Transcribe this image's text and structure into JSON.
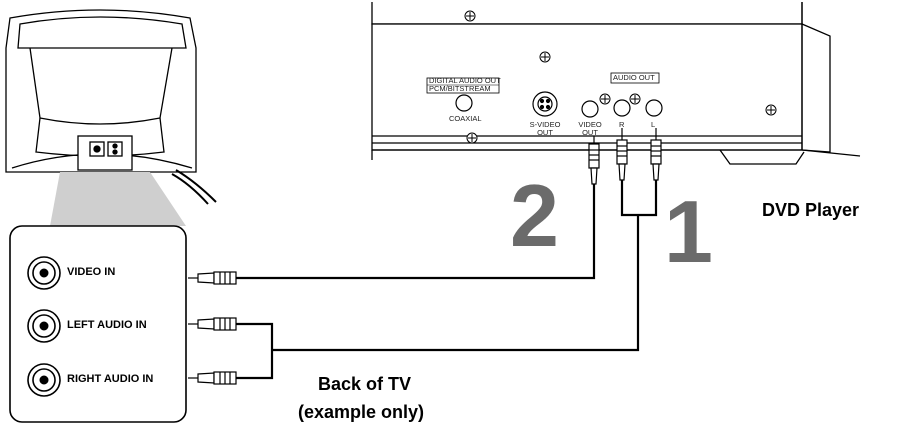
{
  "dvd_player": {
    "digital_audio_out_label": "DIGITAL AUDIO OUT",
    "pcm_bitstream_label": "PCM/BITSTREAM",
    "coaxial_label": "COAXIAL",
    "s_video_label": "S-VIDEO",
    "s_video_out_label": "OUT",
    "video_label": "VIDEO",
    "video_out_label": "OUT",
    "audio_out_label": "AUDIO OUT",
    "right_label": "R",
    "left_label": "L"
  },
  "steps": {
    "step_2": "2",
    "step_1": "1"
  },
  "captions": {
    "dvd_player": "DVD Player",
    "back_of_tv_line1": "Back of TV",
    "back_of_tv_line2": "(example only)"
  },
  "tv_panel": {
    "video_in": "VIDEO IN",
    "left_audio_in": "LEFT AUDIO IN",
    "right_audio_in": "RIGHT AUDIO IN"
  }
}
